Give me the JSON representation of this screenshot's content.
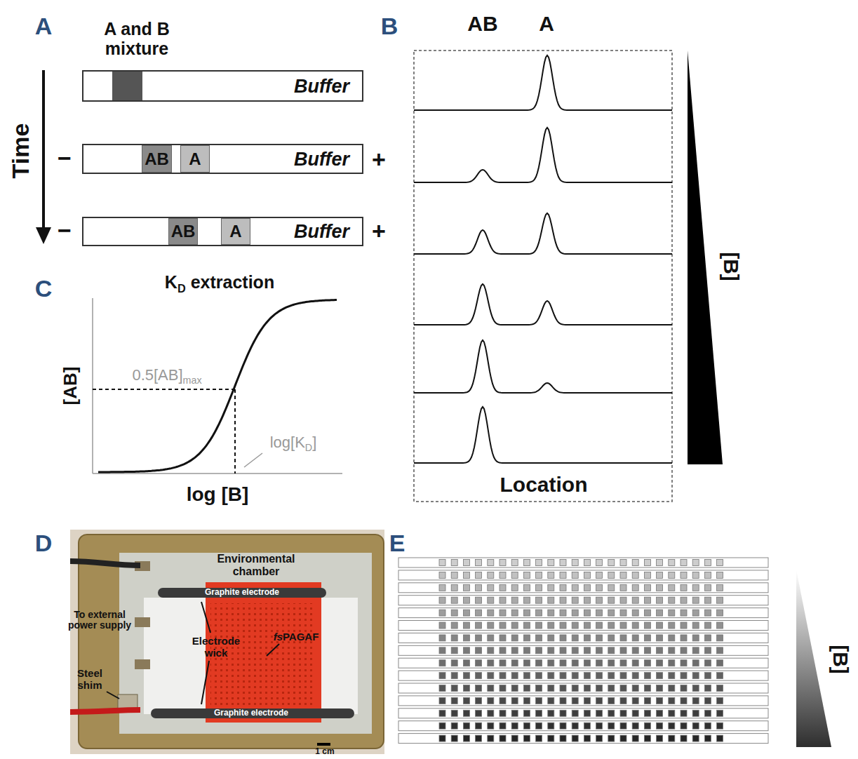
{
  "diagram": {
    "nodes": [
      {
        "text": [
          "Buffer"
        ]
      },
      {
        "text": [
          "Buffer"
        ]
      },
      {
        "text": [
          "AB"
        ],
        "in": 1
      },
      {
        "text": [
          "A"
        ],
        "in": 1
      },
      {
        "text": [
          "Buffer"
        ]
      },
      {
        "text": [
          "AB"
        ],
        "in": 4
      },
      {
        "text": [
          "A"
        ],
        "in": 4
      }
    ],
    "labels": [
      "A",
      "A and B mixture",
      "Time",
      "−",
      "+",
      "−",
      "+",
      "B",
      "AB",
      "A",
      "Location",
      "[B]",
      "C",
      "K",
      "D",
      "extraction",
      "0.5[AB]",
      "max",
      "log[K",
      "D",
      "]",
      "[AB]",
      "log [B]",
      "D",
      "Environmental chamber",
      "Graphite electrode",
      "To external power supply",
      "Electrode wick",
      "fs",
      "PAGAF",
      "Steel shim",
      "Graphite electrode",
      "1 cm",
      "E",
      "[B]"
    ]
  }
}
